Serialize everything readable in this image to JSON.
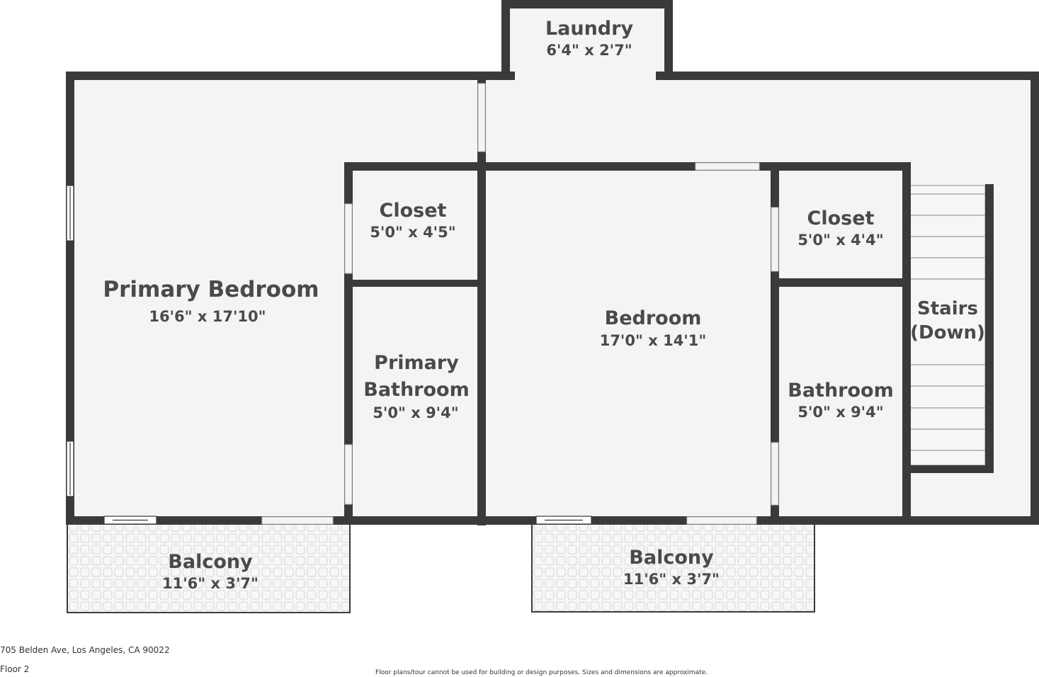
{
  "rooms": {
    "laundry": {
      "name": "Laundry",
      "dims": "6'4\" x 2'7\""
    },
    "primary_bedroom": {
      "name": "Primary Bedroom",
      "dims": "16'6\" x 17'10\""
    },
    "closet_left": {
      "name": "Closet",
      "dims": "5'0\" x 4'5\""
    },
    "primary_bathroom": {
      "name_line1": "Primary",
      "name_line2": "Bathroom",
      "dims": "5'0\" x 9'4\""
    },
    "bedroom": {
      "name": "Bedroom",
      "dims": "17'0\" x 14'1\""
    },
    "closet_right": {
      "name": "Closet",
      "dims": "5'0\" x 4'4\""
    },
    "bathroom": {
      "name": "Bathroom",
      "dims": "5'0\" x 9'4\""
    },
    "stairs": {
      "name_line1": "Stairs",
      "name_line2": "(Down)"
    },
    "balcony_left": {
      "name": "Balcony",
      "dims": "11'6\" x 3'7\""
    },
    "balcony_right": {
      "name": "Balcony",
      "dims": "11'6\" x 3'7\""
    }
  },
  "footer": {
    "address": "705 Belden Ave, Los Angeles, CA 90022",
    "floor": "Floor 2",
    "disclaimer": "Floor plans/tour cannot be used for building or design purposes. Sizes and dimensions are approximate."
  },
  "colors": {
    "wall": "#3a3a3a",
    "floor": "#f4f4f4",
    "text": "#4a4a4a"
  }
}
